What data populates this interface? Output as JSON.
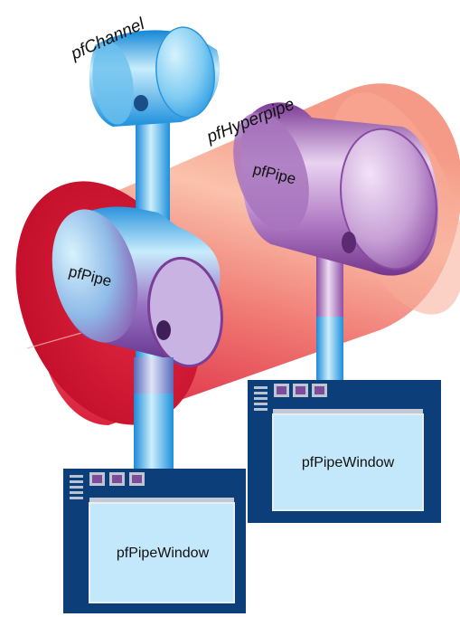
{
  "labels": {
    "channel": "pfChannel",
    "hyperpipe": "pfHyperpipe",
    "pipe_left": "pfPipe",
    "pipe_right": "pfPipe",
    "window_left": "pfPipeWindow",
    "window_right": "pfPipeWindow"
  },
  "colors": {
    "hyperpipe": "#e8304c",
    "hyperpipe_light": "#f6b3a0",
    "pipe": "#8e4da3",
    "pipe_light": "#e3c9ee",
    "channel": "#2fa8e8",
    "channel_light": "#c9ecfb",
    "window_frame": "#0c3f7a",
    "window_client": "#c4e8fb"
  }
}
